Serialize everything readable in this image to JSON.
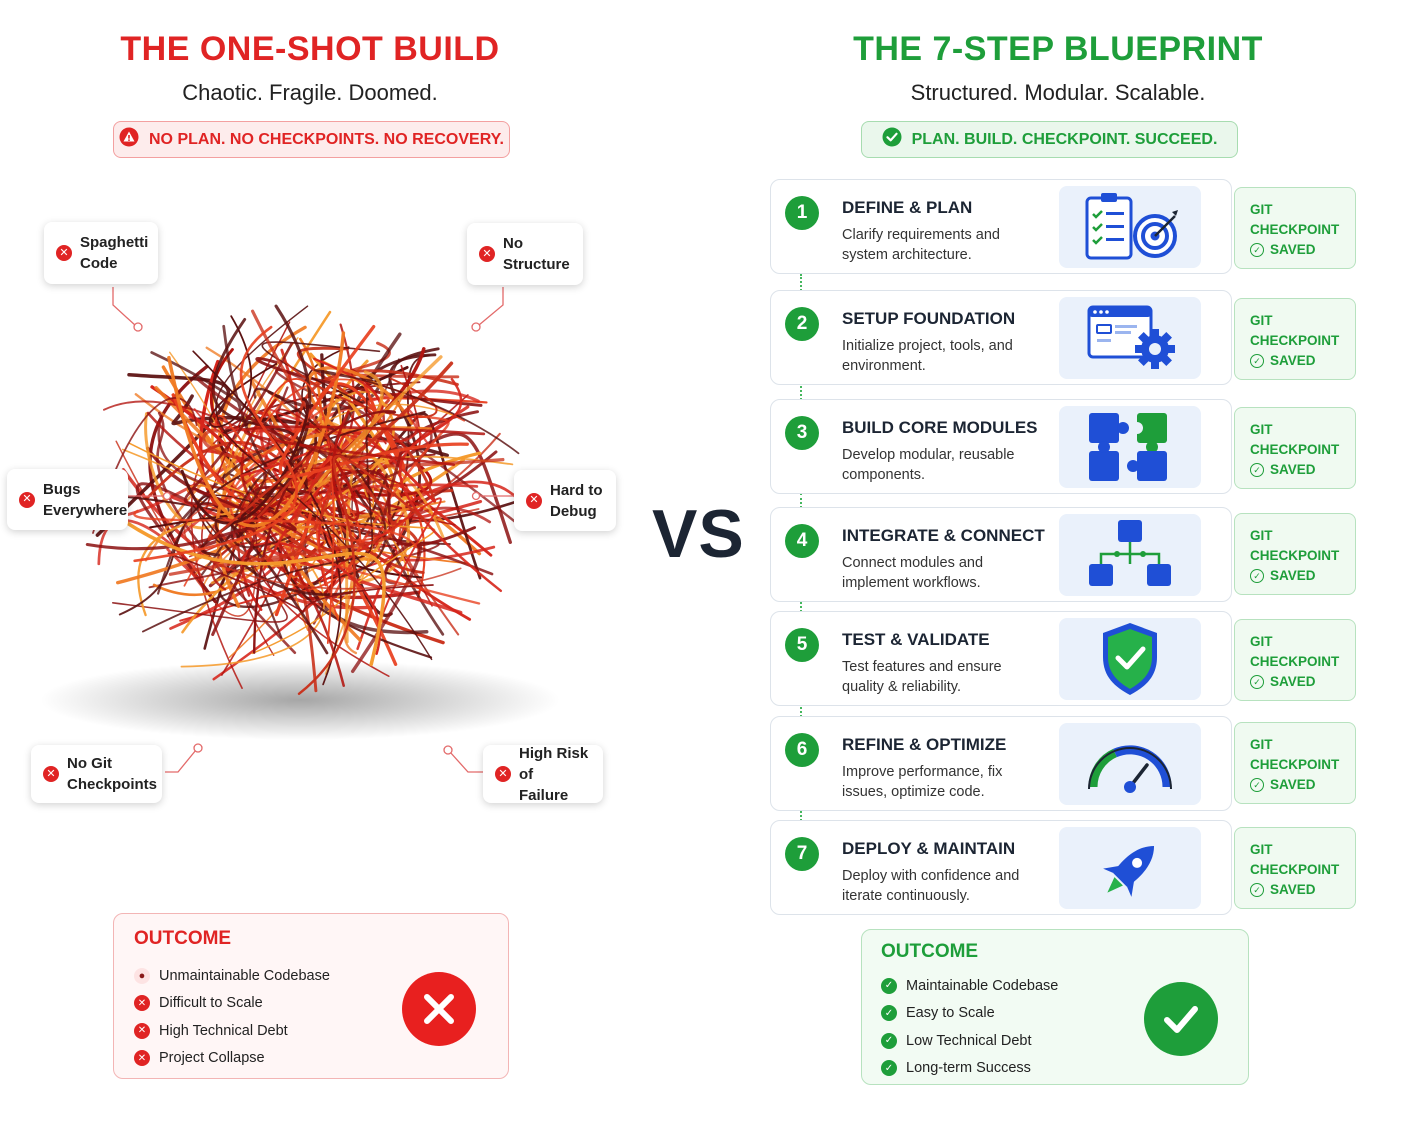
{
  "left": {
    "title": "THE ONE-SHOT BUILD",
    "subtitle": "Chaotic. Fragile. Doomed.",
    "banner": "NO PLAN. NO CHECKPOINTS. NO RECOVERY.",
    "callouts": [
      {
        "line1": "Spaghetti",
        "line2": "Code"
      },
      {
        "line1": "No",
        "line2": "Structure"
      },
      {
        "line1": "Bugs",
        "line2": "Everywhere"
      },
      {
        "line1": "Hard to",
        "line2": "Debug"
      },
      {
        "line1": "No Git",
        "line2": "Checkpoints"
      },
      {
        "line1": "High Risk of",
        "line2": "Failure"
      }
    ],
    "outcome": {
      "title": "OUTCOME",
      "items": [
        "Unmaintainable Codebase",
        "Difficult to Scale",
        "High Technical Debt",
        "Project Collapse"
      ]
    }
  },
  "vs": "VS",
  "right": {
    "title": "THE 7-STEP BLUEPRINT",
    "subtitle": "Structured. Modular. Scalable.",
    "banner": "PLAN. BUILD. CHECKPOINT. SUCCEED.",
    "steps": [
      {
        "num": "1",
        "title": "DEFINE & PLAN",
        "desc": "Clarify requirements and system architecture.",
        "icon": "clipboard-target-icon"
      },
      {
        "num": "2",
        "title": "SETUP FOUNDATION",
        "desc": "Initialize project, tools, and environment.",
        "icon": "window-gear-icon"
      },
      {
        "num": "3",
        "title": "BUILD CORE MODULES",
        "desc": "Develop modular, reusable components.",
        "icon": "puzzle-icon"
      },
      {
        "num": "4",
        "title": "INTEGRATE & CONNECT",
        "desc": "Connect modules and implement workflows.",
        "icon": "network-icon"
      },
      {
        "num": "5",
        "title": "TEST & VALIDATE",
        "desc": "Test features and ensure quality & reliability.",
        "icon": "shield-check-icon"
      },
      {
        "num": "6",
        "title": "REFINE & OPTIMIZE",
        "desc": "Improve performance, fix issues, optimize code.",
        "icon": "gauge-icon"
      },
      {
        "num": "7",
        "title": "DEPLOY & MAINTAIN",
        "desc": "Deploy with confidence and iterate continuously.",
        "icon": "rocket-icon"
      }
    ],
    "checkpoint": {
      "line1": "GIT",
      "line2": "CHECKPOINT",
      "line3": "SAVED"
    },
    "outcome": {
      "title": "OUTCOME",
      "items": [
        "Maintainable Codebase",
        "Easy to Scale",
        "Low Technical Debt",
        "Long-term Success"
      ]
    }
  },
  "colors": {
    "red": "#e02424",
    "green": "#1e9e3a",
    "blue": "#1f4fd6",
    "dark": "#1c2533"
  }
}
